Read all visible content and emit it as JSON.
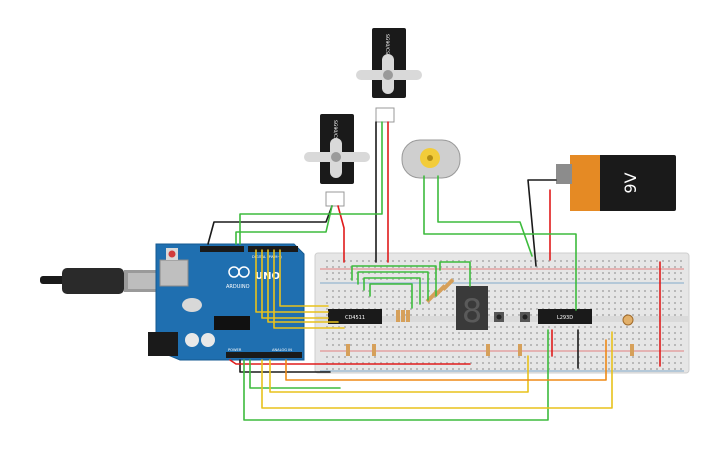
{
  "components": {
    "arduino": {
      "brand_label": "ARDUINO",
      "model_label": "UNO",
      "header_digital": "DIGITAL (PWM~)",
      "header_analog": "ANALOG IN",
      "header_power": "POWER"
    },
    "servo_top": {
      "label": "SG90/CS-MS"
    },
    "servo_left": {
      "label": "SG90/CS-MS"
    },
    "battery": {
      "label": "9V"
    },
    "decoder_ic": {
      "label": "CD4511"
    },
    "driver_ic": {
      "label": "L293D"
    },
    "seven_segment": {
      "digit": "8"
    }
  },
  "colors": {
    "red_wire": "#e01b1b",
    "black_wire": "#1a1a1a",
    "green_wire": "#3dbb3d",
    "yellow_wire": "#e8c21c",
    "orange_wire": "#ef8a17",
    "board_blue": "#1f6fb0",
    "breadboard": "#e6e6e6",
    "battery_orange": "#e58a24"
  },
  "icons": [
    "usb-plug-icon",
    "arduino-logo-icon",
    "servo-horn-icon",
    "motor-icon",
    "battery-icon",
    "pushbutton-icon",
    "ldr-icon"
  ]
}
